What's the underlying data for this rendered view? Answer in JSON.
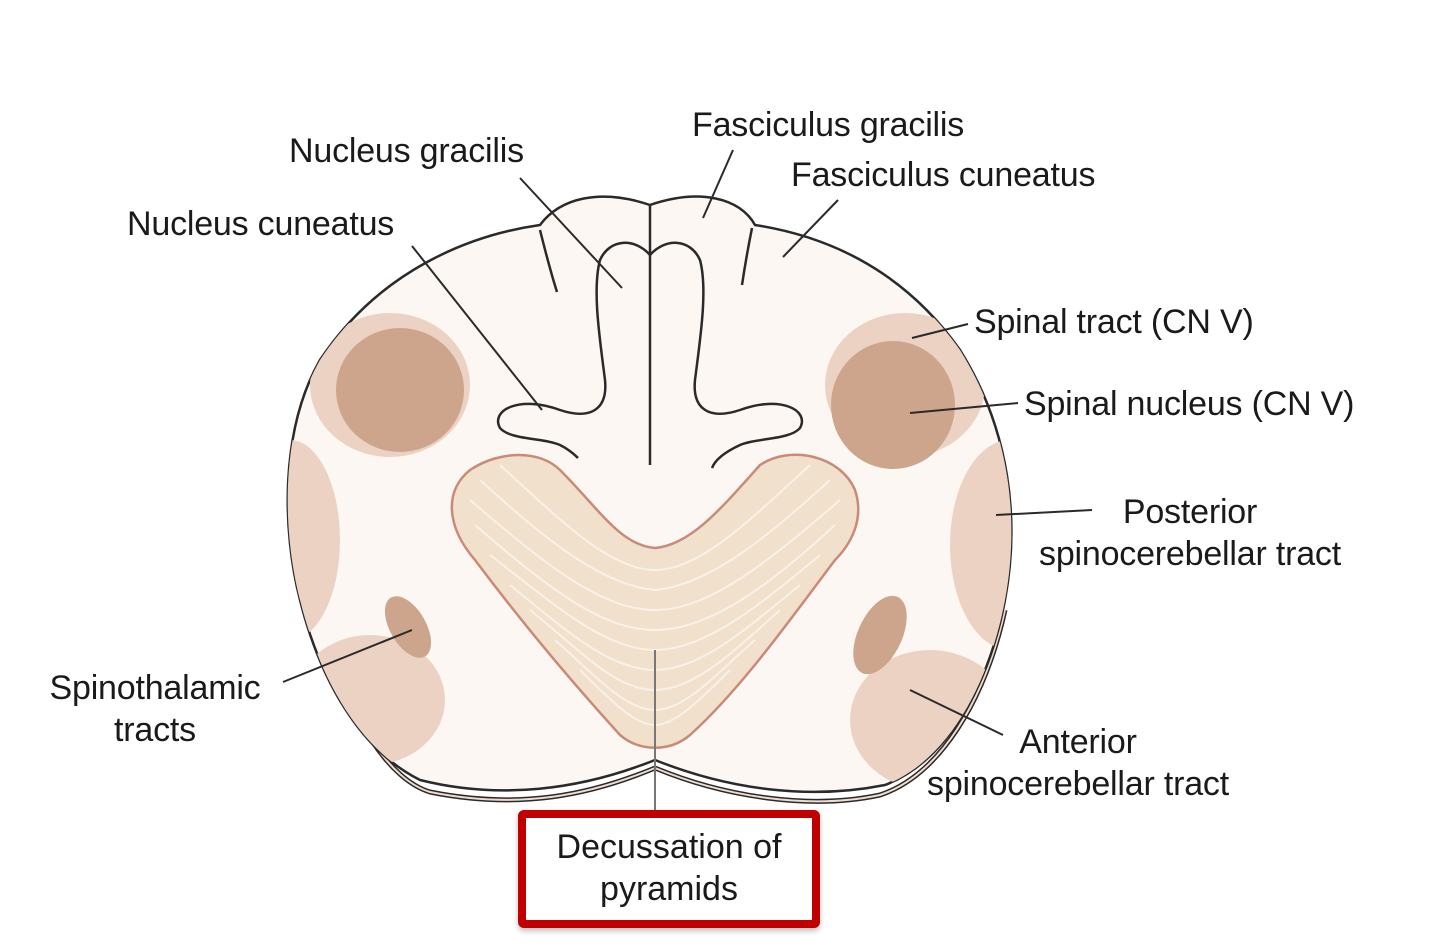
{
  "diagram": {
    "subject": "Medulla oblongata cross-section (caudal level)",
    "colors": {
      "background": "#ffffff",
      "tissue": "#fcf7f3",
      "outline": "#2a2a2a",
      "light_tract": "#ecd2c2",
      "dark_nucleus": "#cda58c",
      "pyramid_fill": "#f0e0cc",
      "pyramid_outline": "#c98a78",
      "highlight_border": "#c00000"
    },
    "labels": {
      "nucleus_gracilis": "Nucleus gracilis",
      "nucleus_cuneatus": "Nucleus cuneatus",
      "fasciculus_gracilis": "Fasciculus gracilis",
      "fasciculus_cuneatus": "Fasciculus cuneatus",
      "spinal_tract": "Spinal tract (CN V)",
      "spinal_nucleus": "Spinal nucleus (CN V)",
      "posterior_spinocerebellar_line1": "Posterior",
      "posterior_spinocerebellar_line2": "spinocerebellar tract",
      "spinothalamic_line1": "Spinothalamic",
      "spinothalamic_line2": "tracts",
      "anterior_spinocerebellar_line1": "Anterior",
      "anterior_spinocerebellar_line2": "spinocerebellar tract",
      "decussation_line1": "Decussation of",
      "decussation_line2": "pyramids"
    },
    "highlighted_label": "decussation_of_pyramids"
  }
}
